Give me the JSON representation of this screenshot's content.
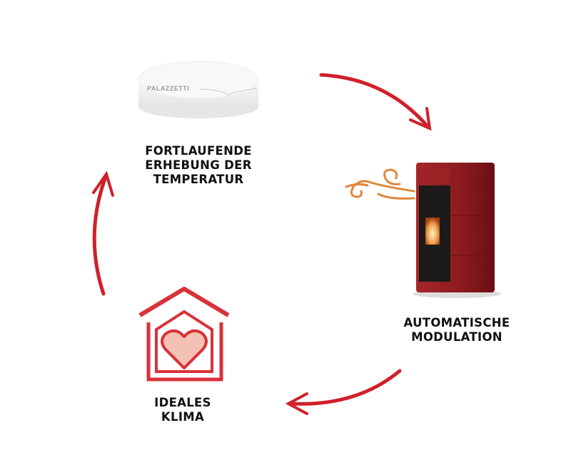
{
  "sensor": {
    "brand": "PALAZZETTI"
  },
  "steps": [
    {
      "lines": [
        "FORTLAUFENDE",
        "ERHEBUNG DER",
        "TEMPERATUR"
      ]
    },
    {
      "lines": [
        "AUTOMATISCHE",
        "MODULATION"
      ]
    },
    {
      "lines": [
        "IDEALES",
        "KLIMA"
      ]
    }
  ],
  "colors": {
    "arrow": "#d0202a",
    "stove": "#8e1a1e",
    "house": "#d8323a",
    "heart": "#f3c2b4",
    "wind": "#e0883a"
  }
}
